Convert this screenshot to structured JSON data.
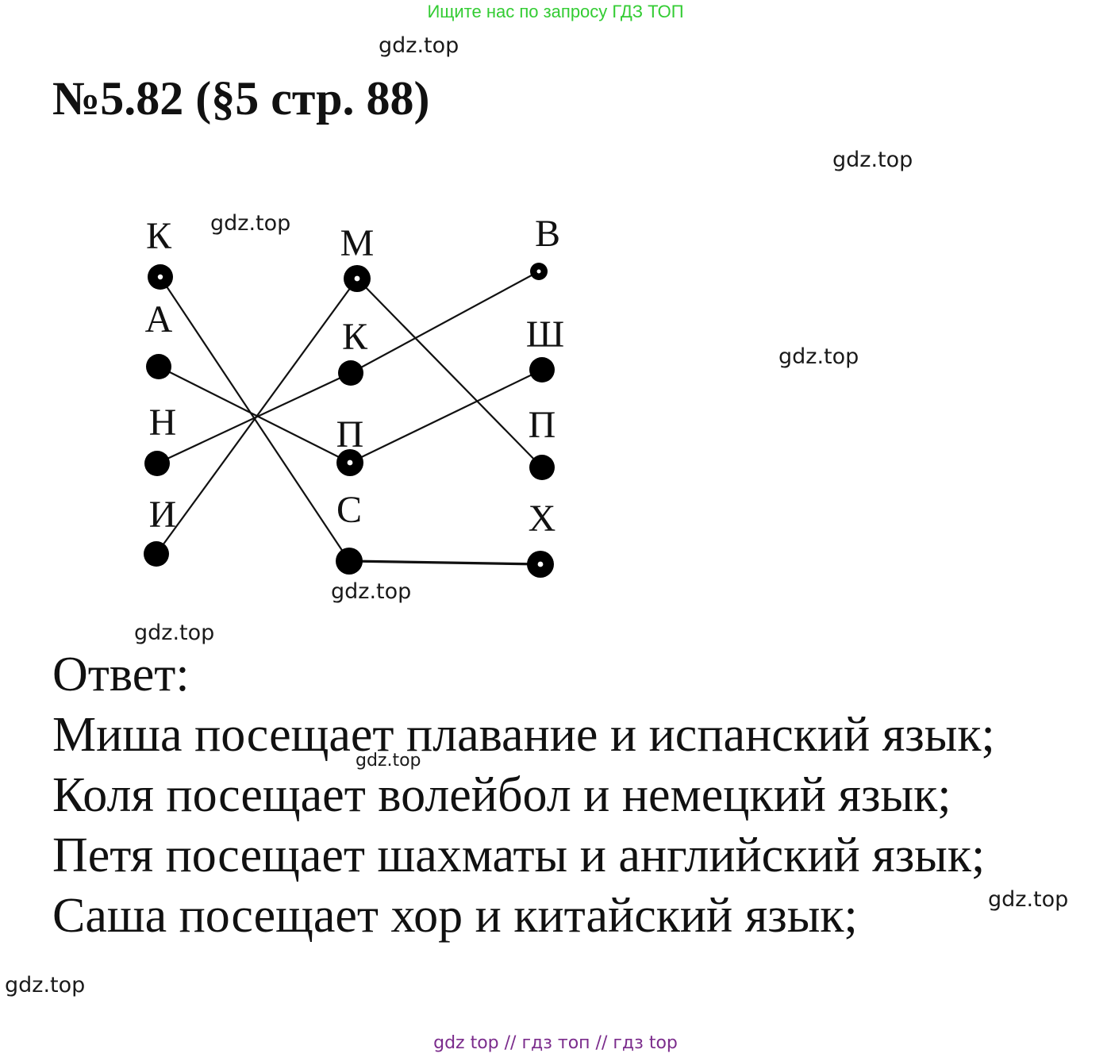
{
  "banner": "Ищите нас по запросу ГДЗ ТОП",
  "title": "№5.82 (§5 стр. 88)",
  "watermark": "gdz.top",
  "diagram": {
    "nodes": [
      {
        "id": "k1",
        "label": "К"
      },
      {
        "id": "a",
        "label": "А"
      },
      {
        "id": "n",
        "label": "Н"
      },
      {
        "id": "i",
        "label": "И"
      },
      {
        "id": "m",
        "label": "М"
      },
      {
        "id": "k2",
        "label": "К"
      },
      {
        "id": "p1",
        "label": "П"
      },
      {
        "id": "s",
        "label": "С"
      },
      {
        "id": "v",
        "label": "В"
      },
      {
        "id": "sh",
        "label": "Ш"
      },
      {
        "id": "p2",
        "label": "П"
      },
      {
        "id": "h",
        "label": "Х"
      }
    ],
    "edges": [
      [
        "k1",
        "s"
      ],
      [
        "a",
        "p1"
      ],
      [
        "n",
        "k2"
      ],
      [
        "i",
        "m"
      ],
      [
        "m",
        "p2"
      ],
      [
        "k2",
        "v"
      ],
      [
        "p1",
        "sh"
      ],
      [
        "s",
        "h"
      ]
    ]
  },
  "answer": {
    "heading": "Ответ:",
    "lines": [
      "Миша посещает плавание и испанский язык;",
      "Коля посещает волейбол и немецкий язык;",
      "Петя посещает шахматы и английский язык;",
      "Саша посещает хор и китайский язык;"
    ]
  },
  "footer": "gdz top  //  гдз топ  //  гдз top"
}
